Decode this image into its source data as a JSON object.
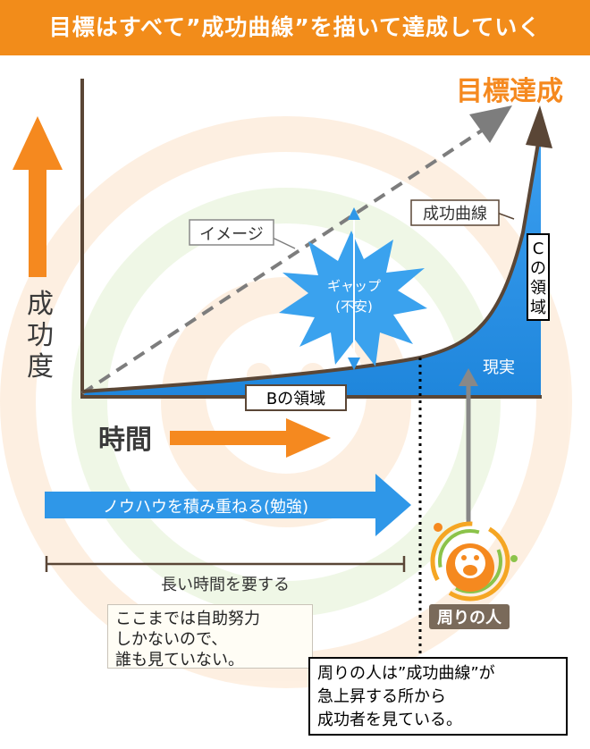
{
  "header": {
    "title": "目標はすべて”成功曲線”を描いて達成していく"
  },
  "labels": {
    "goal": "目標達成",
    "y_axis": "成功度",
    "x_axis": "時間",
    "image_line": "イメージ",
    "success_curve": "成功曲線",
    "gap": "ギャップ",
    "gap_sub": "(不安)",
    "b_region": "Bの領域",
    "c_region": "Cの領域",
    "reality": "現実",
    "knowhow": "ノウハウを積み重ねる(勉強)",
    "long_time": "長い時間を要する",
    "people_around": "周りの人"
  },
  "notes": {
    "left": "ここまでは自助努力\nしかないので、\n誰も見ていない。",
    "bottom": "周りの人は”成功曲線”が\n急上昇する所から\n成功者を見ている。"
  },
  "colors": {
    "header": "#f28c1a",
    "orange": "#f5891f",
    "blue": "#2f97e8",
    "axis": "#5a4636",
    "dashed": "#7d7d7d",
    "burst": "#3aa2ee"
  }
}
